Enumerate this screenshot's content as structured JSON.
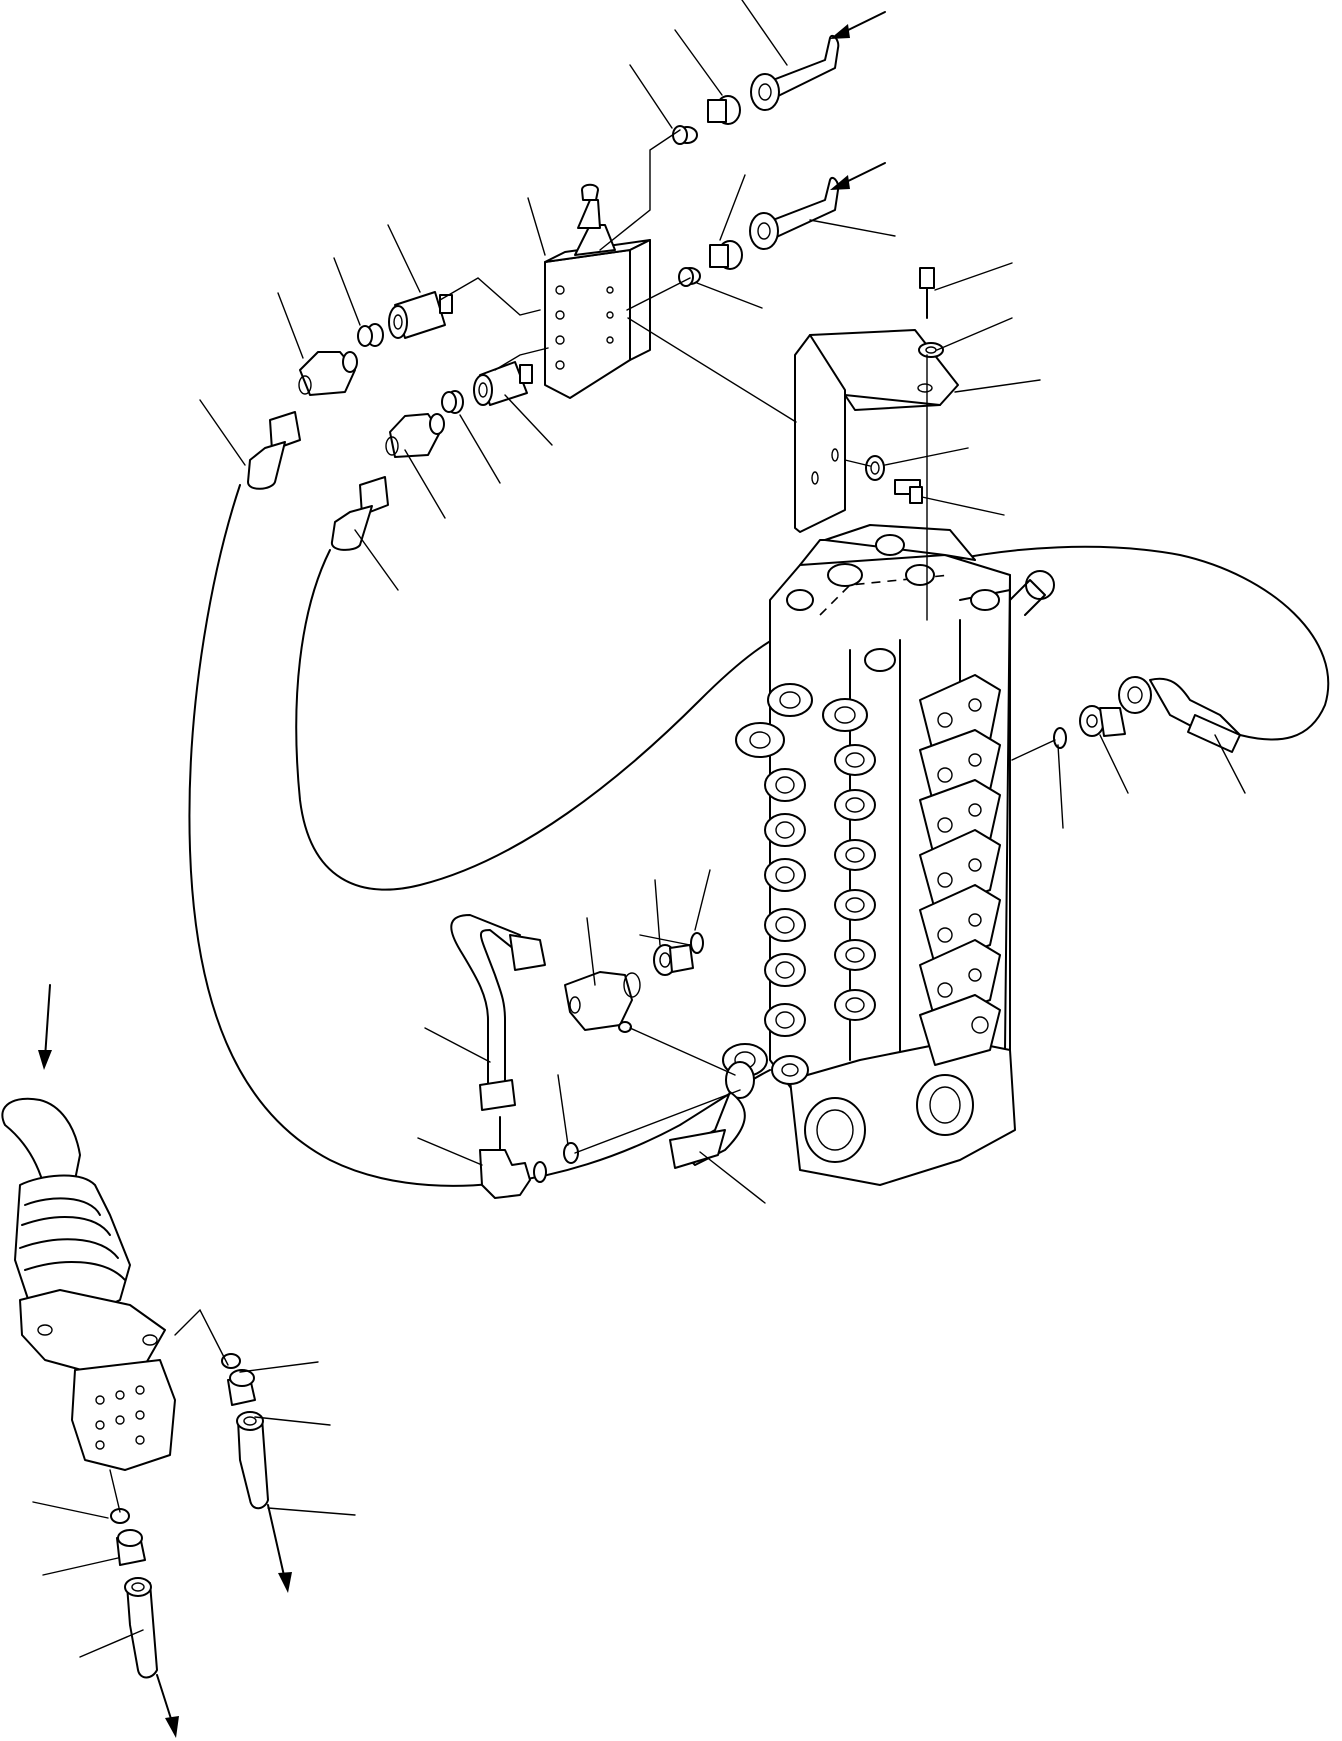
{
  "diagram": {
    "kind": "exploded parts view",
    "components": [
      "selector-valve",
      "mounting-bracket",
      "control-valve-block",
      "joystick-control",
      "pilot-hoses",
      "adapters",
      "o-rings",
      "elbow-fittings",
      "tee-fitting",
      "bent-tube"
    ],
    "flow_arrows": 5,
    "leader_lines": 36,
    "colors": {
      "line": "#000000",
      "background": "#ffffff"
    }
  }
}
